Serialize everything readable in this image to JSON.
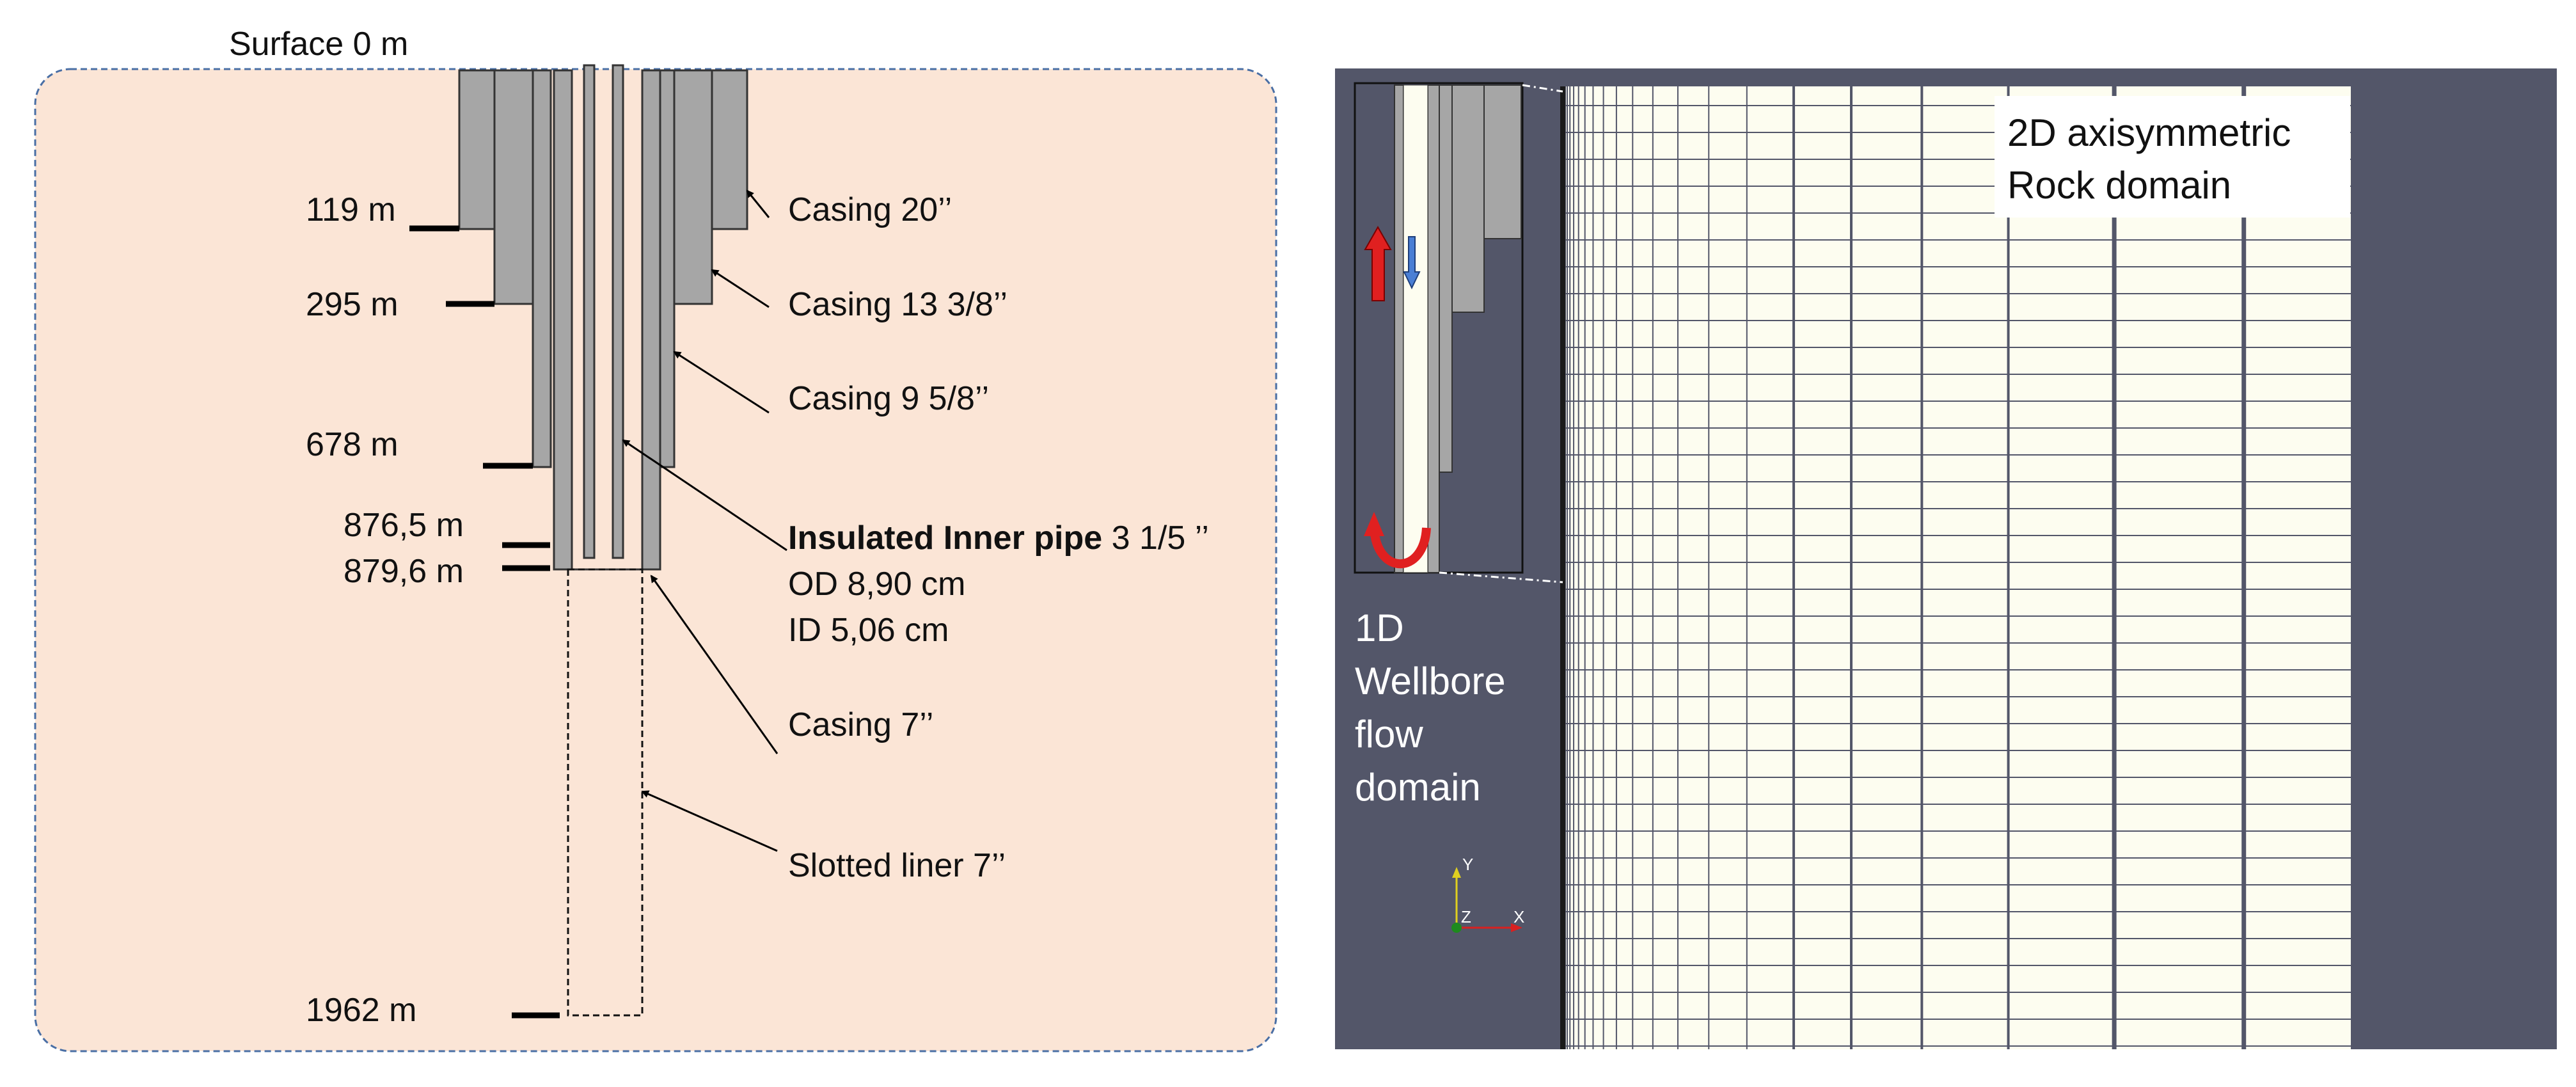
{
  "left_panel": {
    "surface_label": "Surface 0 m",
    "depths": [
      "119 m",
      "295 m",
      "678 m",
      "876,5 m",
      "879,6 m",
      "1962 m"
    ],
    "callouts": {
      "casing_20": "Casing 20’’",
      "casing_13": "Casing 13 3/8’’",
      "casing_9": "Casing 9 5/8’’",
      "inner_pipe_bold": "Insulated Inner pipe",
      "inner_pipe_size": " 3 1/5 ’’",
      "od": "OD 8,90 cm",
      "id": "ID 5,06 cm",
      "casing_7": "Casing 7’’",
      "slotted_liner": "Slotted liner 7’’"
    },
    "colors": {
      "background": "#fbe5d6",
      "border": "#4a6fa5",
      "casing": "#a6a6a6"
    }
  },
  "right_panel": {
    "wellbore_label": [
      "1D",
      "Wellbore",
      "flow",
      "domain"
    ],
    "rock_label": [
      "2D axisymmetric",
      "Rock domain"
    ],
    "axes": {
      "y": "Y",
      "z": "Z",
      "x": "X"
    },
    "colors": {
      "background": "#535669",
      "mesh_fill": "#fdfdf0",
      "mesh_line": "#535669",
      "arrow_up": "#e02020",
      "arrow_down": "#4a7fd4"
    }
  }
}
